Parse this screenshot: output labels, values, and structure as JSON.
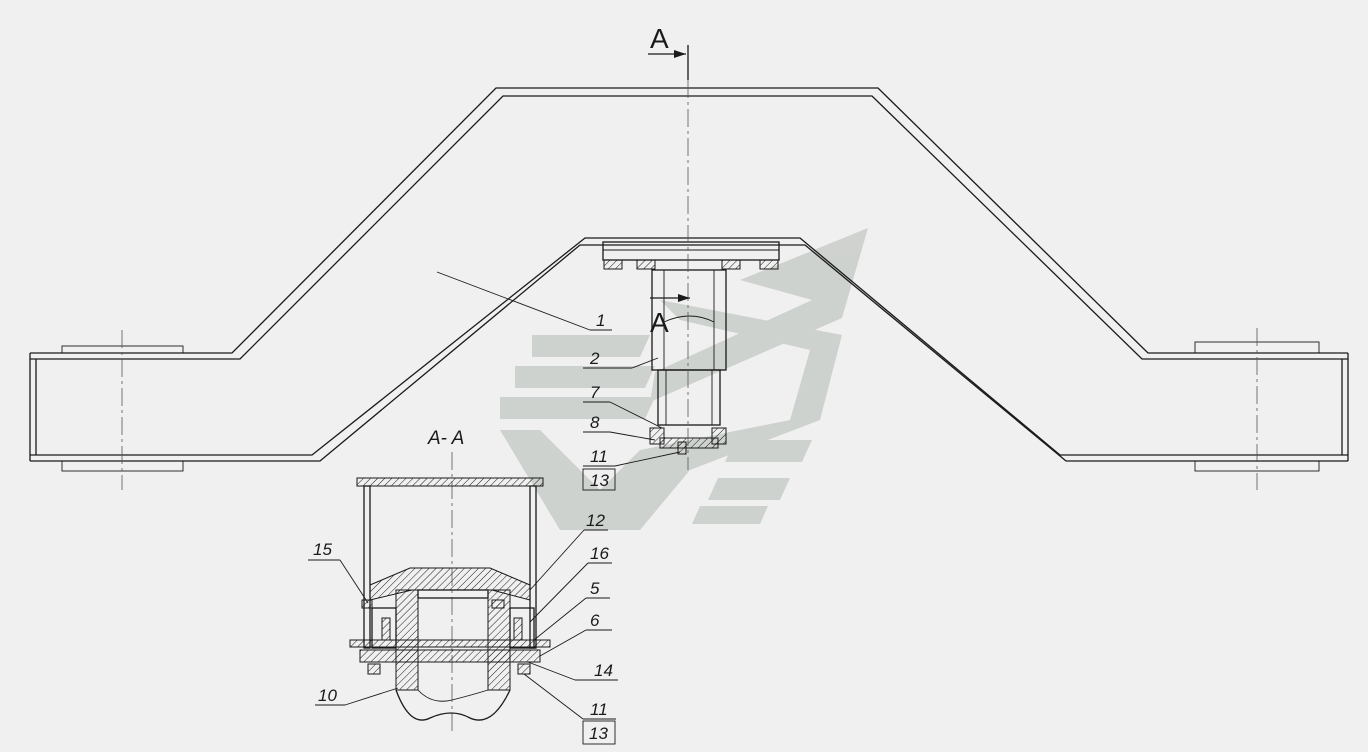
{
  "section_marks": {
    "top": "A",
    "side": "A",
    "view_title": "A- A"
  },
  "callouts": {
    "c1": "1",
    "c2": "2",
    "c7": "7",
    "c8": "8",
    "c11a": "11",
    "c13a": "13",
    "c12": "12",
    "c15": "15",
    "c16": "16",
    "c5": "5",
    "c6": "6",
    "c14": "14",
    "c10": "10",
    "c11b": "11",
    "c13b": "13"
  },
  "colors": {
    "line": "#1a1a1a",
    "watermark": "#c8ccc8",
    "background": "#f0f0f0"
  }
}
